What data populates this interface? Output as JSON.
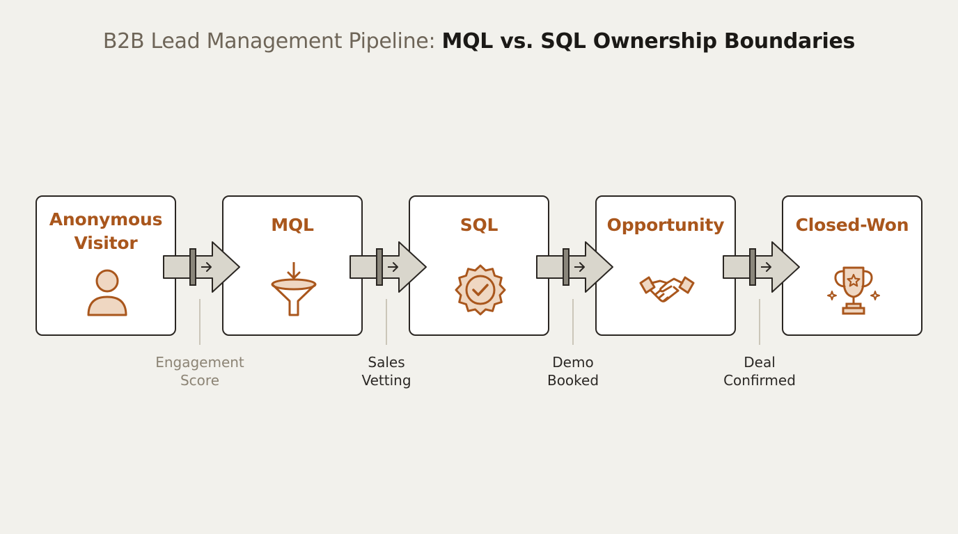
{
  "title": {
    "prefix": "B2B Lead Management Pipeline: ",
    "emphasis": "MQL vs. SQL Ownership Boundaries"
  },
  "colors": {
    "accent": "#a9561c",
    "background": "#f2f1ec",
    "connector_fill": "#d9d6cc",
    "border": "#2a2622"
  },
  "stages": [
    {
      "label_line1": "Anonymous",
      "label_line2": "Visitor",
      "icon": "person-icon"
    },
    {
      "label_line1": "MQL",
      "label_line2": "",
      "icon": "funnel-icon"
    },
    {
      "label_line1": "SQL",
      "label_line2": "",
      "icon": "verified-badge-icon"
    },
    {
      "label_line1": "Opportunity",
      "label_line2": "",
      "icon": "handshake-icon"
    },
    {
      "label_line1": "Closed-Won",
      "label_line2": "",
      "icon": "trophy-icon"
    }
  ],
  "transitions": [
    {
      "line1": "Engagement",
      "line2": "Score"
    },
    {
      "line1": "Sales",
      "line2": "Vetting"
    },
    {
      "line1": "Demo",
      "line2": "Booked"
    },
    {
      "line1": "Deal",
      "line2": "Confirmed"
    }
  ]
}
